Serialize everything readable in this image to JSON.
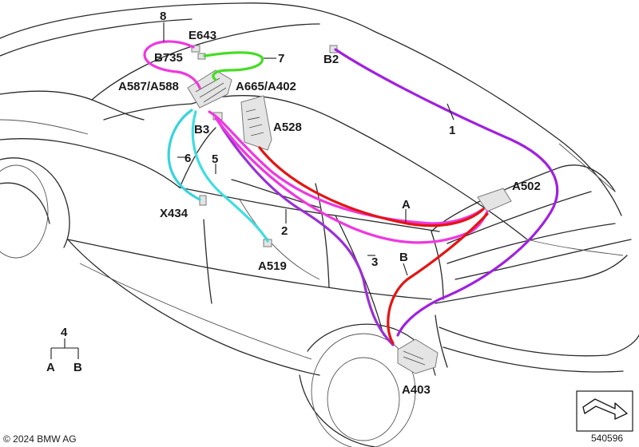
{
  "colors": {
    "wire_1": "#a020e0",
    "wire_2": "#9b30d6",
    "wire_3": "#ee38e0",
    "wire_5": "#40dde0",
    "wire_6": "#38d4dc",
    "wire_7": "#44dd22",
    "wire_8": "#ee38e0",
    "wire_A": "#e41414",
    "wire_B": "#e41414"
  },
  "labels": {
    "n8": "8",
    "e643": "E643",
    "b735": "B735",
    "n7": "7",
    "b2": "B2",
    "a587": "A587/A588",
    "a665": "A665/A402",
    "b3": "B3",
    "a528": "A528",
    "n1": "1",
    "n6": "6",
    "n5": "5",
    "a502": "A502",
    "a_top": "A",
    "x434": "X434",
    "n2": "2",
    "a519": "A519",
    "n3": "3",
    "b_mid": "B",
    "a403": "A403",
    "n4": "4",
    "legend_a": "A",
    "legend_b": "B"
  },
  "footer": {
    "copyright": "© 2024 BMW AG",
    "diagram_number": "540596"
  }
}
